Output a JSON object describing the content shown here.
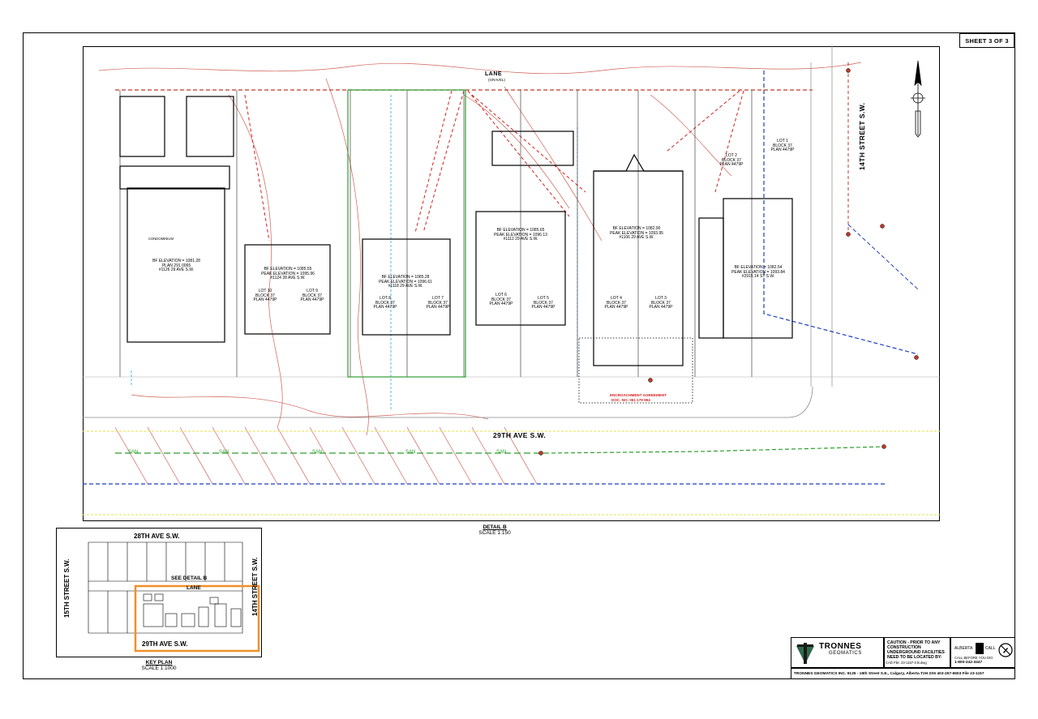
{
  "sheet": {
    "label": "SHEET 3 OF 3"
  },
  "detail": {
    "title": "DETAIL B",
    "scale": "SCALE 1:150",
    "street_lane": "LANE",
    "street_lane_sub": "(GRAVEL)",
    "street_avenue": "29TH AVE S.W.",
    "street_14th": "14TH STREET S.W.",
    "sanitary_label": "SAN",
    "encroachment_label": "ENCROACHMENT AGREEMENT",
    "encroachment_doc": "DOC. NO. 061 179 994",
    "buildings": [
      {
        "elevation": "BF ELEVATION = 1081.28",
        "eaves": "PLAN 291 0065",
        "address": "#1126 29 AVE S.W."
      },
      {
        "elevation": "BF ELEVATION = 1085.55",
        "eaves": "PEAK ELEVATION = 1095.96",
        "address": "#1124 28 AVE S.W."
      },
      {
        "elevation": "BF ELEVATION = 1085.28",
        "eaves": "PEAK ELEVATION = 1096.61",
        "address": "#1118 29 AVE S.W."
      },
      {
        "elevation": "BF ELEVATION = 1085.65",
        "eaves": "PEAK ELEVATION = 1096.13",
        "address": "#1112 29 AVE S.W."
      },
      {
        "elevation": "BF ELEVATION = 1082.90",
        "eaves": "PEAK ELEVATION = 1093.95",
        "address": "#1106 29 AVE S.W."
      },
      {
        "elevation": "BF ELEVATION = 1082.54",
        "eaves": "PEAK ELEVATION = 1093.84",
        "address": "#2915 14 ST S.W."
      }
    ],
    "lots": [
      {
        "lot": "LOT 10",
        "block": "BLOCK 37",
        "plan": "PLAN 4479P"
      },
      {
        "lot": "LOT 9",
        "block": "BLOCK 37",
        "plan": "PLAN 4479P"
      },
      {
        "lot": "LOT 8",
        "block": "BLOCK 37",
        "plan": "PLAN 4479P"
      },
      {
        "lot": "LOT 7",
        "block": "BLOCK 37",
        "plan": "PLAN 4479P"
      },
      {
        "lot": "LOT 6",
        "block": "BLOCK 37",
        "plan": "PLAN 4479P"
      },
      {
        "lot": "LOT 5",
        "block": "BLOCK 37",
        "plan": "PLAN 4479P"
      },
      {
        "lot": "LOT 4",
        "block": "BLOCK 37",
        "plan": "PLAN 4479P"
      },
      {
        "lot": "LOT 3",
        "block": "BLOCK 37",
        "plan": "PLAN 4479P"
      },
      {
        "lot": "LOT 2",
        "block": "BLOCK 37",
        "plan": "PLAN 4479P"
      },
      {
        "lot": "LOT 1",
        "block": "BLOCK 37",
        "plan": "PLAN 4479P"
      }
    ],
    "condominium": "CONDOMINIUM"
  },
  "keyplan": {
    "title": "KEY PLAN",
    "scale": "SCALE 1:1000",
    "street_top": "28TH AVE S.W.",
    "street_bottom": "29TH AVE S.W.",
    "street_left": "15TH STREET S.W.",
    "street_right": "14TH STREET S.W.",
    "lane": "LANE",
    "see_detail": "SEE DETAIL B"
  },
  "titleblock": {
    "company": "TRONNES",
    "company_sub": "GEOMATICS",
    "caution": "CAUTION - PRIOR TO ANY CONSTRUCTION UNDERGROUND FACILITIES NEED TO BE LOCATED BY:",
    "alberta": "ALBERTA",
    "call": "CALL",
    "call_before": "CALL BEFORE YOU DIG",
    "phone": "1-800-242-3447",
    "footer": "TRONNES GEOMATICS INC.  9135 - 18th Street S.E., Calgary, Alberta  T2H 2S5  403-257-6503  File 23-1157",
    "cad_file": "CAD File: 23-1157-3 B.dwg"
  },
  "colors": {
    "contour": "#c0392b",
    "sanitary": "#2e9e2e",
    "storm": "#1f3fbf",
    "water": "#2aa7c9",
    "highlight": "#f0902a",
    "property": "#000000"
  }
}
